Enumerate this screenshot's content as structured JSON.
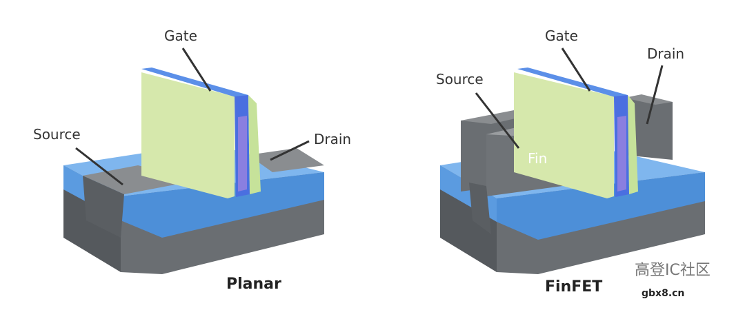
{
  "planar": {
    "labels": {
      "gate": "Gate",
      "source": "Source",
      "drain": "Drain"
    },
    "caption": "Planar"
  },
  "finfet": {
    "labels": {
      "gate": "Gate",
      "source": "Source",
      "drain": "Drain",
      "fin": "Fin"
    },
    "caption": "FinFET"
  },
  "watermark": {
    "text": "高登IC社区",
    "site": "gbx8.cn"
  },
  "colors": {
    "blue": "#5b9be0",
    "dark_gray": "#5f6367",
    "gate_green": "#d6e8ac",
    "gate_blue": "#4a6fe0",
    "gray": "#8a8d90"
  }
}
